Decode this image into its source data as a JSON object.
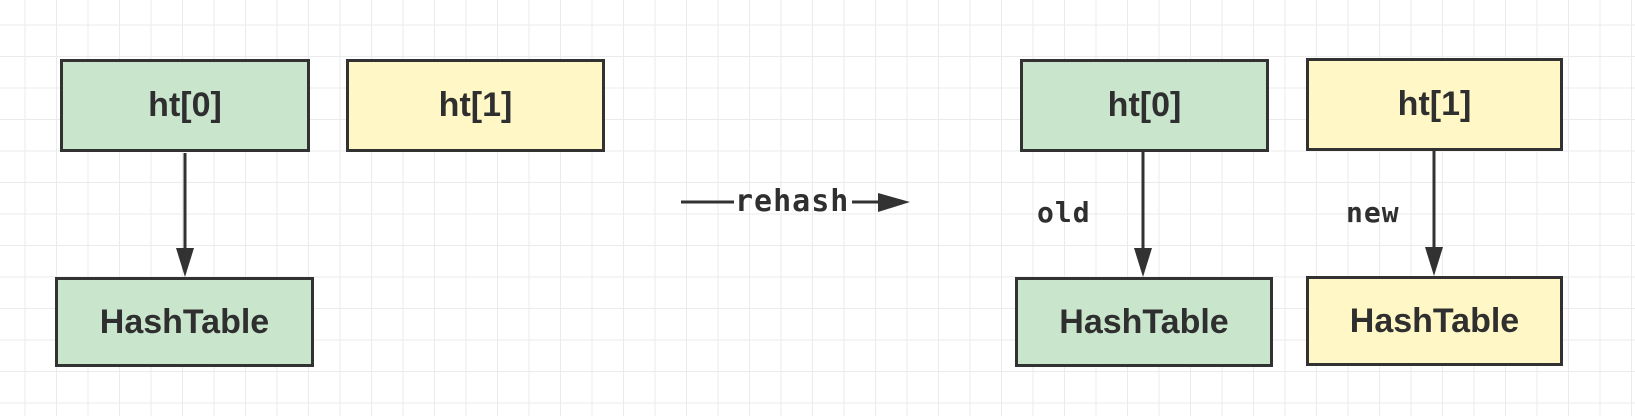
{
  "left": {
    "ht0": {
      "label": "ht[0]"
    },
    "ht1": {
      "label": "ht[1]"
    },
    "table": {
      "label": "HashTable"
    }
  },
  "transition": {
    "label": "rehash"
  },
  "right": {
    "ht0": {
      "label": "ht[0]"
    },
    "ht1": {
      "label": "ht[1]"
    },
    "old": {
      "label": "old"
    },
    "new": {
      "label": "new"
    },
    "table_old": {
      "label": "HashTable"
    },
    "table_new": {
      "label": "HashTable"
    }
  },
  "colors": {
    "green": "#c9e6cd",
    "yellow": "#fff8c6",
    "stroke": "#323232"
  }
}
